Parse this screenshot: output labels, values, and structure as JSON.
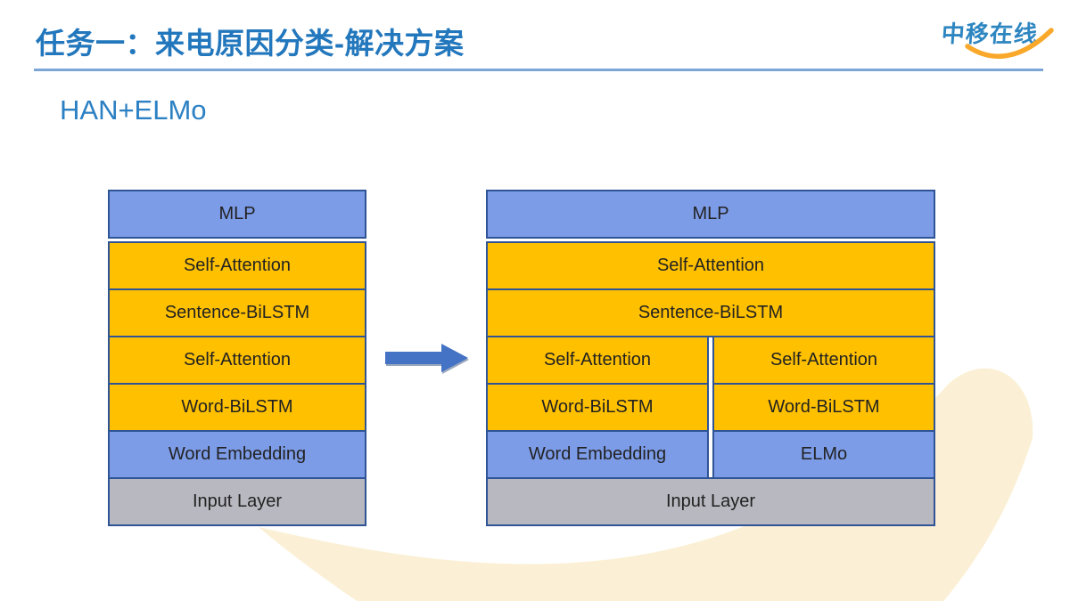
{
  "header": {
    "title": "任务一：来电原因分类-解决方案",
    "logo_text": "中移在线"
  },
  "main": {
    "subtitle": "HAN+ELMo"
  },
  "diagram_left": {
    "rows": [
      {
        "label": "MLP",
        "color": "#7D9CE8"
      },
      {
        "label": "Self-Attention",
        "color": "#FFC000"
      },
      {
        "label": "Sentence-BiLSTM",
        "color": "#FFC000"
      },
      {
        "label": "Self-Attention",
        "color": "#FFC000"
      },
      {
        "label": "Word-BiLSTM",
        "color": "#FFC000"
      },
      {
        "label": "Word Embedding",
        "color": "#7D9CE8"
      },
      {
        "label": "Input Layer",
        "color": "#B8B8C0"
      }
    ]
  },
  "diagram_right": {
    "top_rows": [
      {
        "label": "MLP",
        "color": "#7D9CE8"
      },
      {
        "label": "Self-Attention",
        "color": "#FFC000"
      },
      {
        "label": "Sentence-BiLSTM",
        "color": "#FFC000"
      }
    ],
    "split_rows": [
      {
        "left": "Self-Attention",
        "right": "Self-Attention",
        "color": "#FFC000"
      },
      {
        "left": "Word-BiLSTM",
        "right": "Word-BiLSTM",
        "color": "#FFC000"
      },
      {
        "left": "Word Embedding",
        "right": "ELMo",
        "color": "#7D9CE8"
      }
    ],
    "bottom_row": {
      "label": "Input Layer",
      "color": "#B8B8C0"
    }
  },
  "colors": {
    "title_text": "#2277BD",
    "subtitle_text": "#2B80C3",
    "underline": "#7CA6D8",
    "box_blue": "#7D9CE8",
    "box_orange": "#FFC000",
    "box_gray": "#B8B8C0",
    "box_border": "#2F5496",
    "arrow": "#4472C4",
    "logo_blue": "#2E86C1",
    "logo_orange": "#F9A82A",
    "background_swoosh": "#FBF0D5"
  }
}
